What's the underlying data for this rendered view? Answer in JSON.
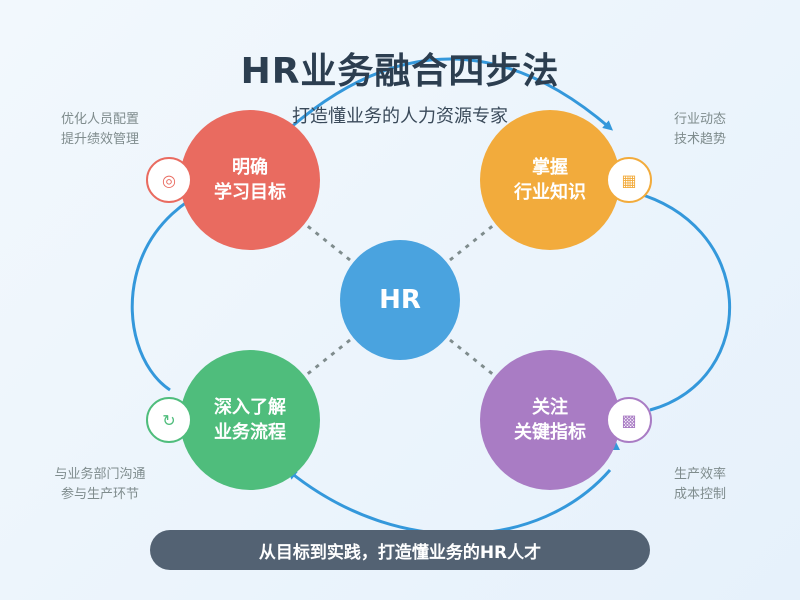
{
  "title": "HR业务融合四步法",
  "subtitle": "打造懂业务的人力资源专家",
  "hub": {
    "label": "HR",
    "color": "#4aa3df"
  },
  "steps": [
    {
      "line1": "明确",
      "line2": "学习目标",
      "color": "#e96b60",
      "badge_icon": "target-icon",
      "note1": "优化人员配置",
      "note2": "提升绩效管理"
    },
    {
      "line1": "掌握",
      "line2": "行业知识",
      "color": "#f2ab3c",
      "badge_icon": "book-icon",
      "note1": "行业动态",
      "note2": "技术趋势"
    },
    {
      "line1": "关注",
      "line2": "关键指标",
      "color": "#a97cc4",
      "badge_icon": "chart-icon",
      "note1": "生产效率",
      "note2": "成本控制"
    },
    {
      "line1": "深入了解",
      "line2": "业务流程",
      "color": "#4fbd7c",
      "badge_icon": "process-icon",
      "note1": "与业务部门沟通",
      "note2": "参与生产环节"
    }
  ],
  "cycle_color": "#3498db",
  "banner": "从目标到实践，打造懂业务的HR人才"
}
